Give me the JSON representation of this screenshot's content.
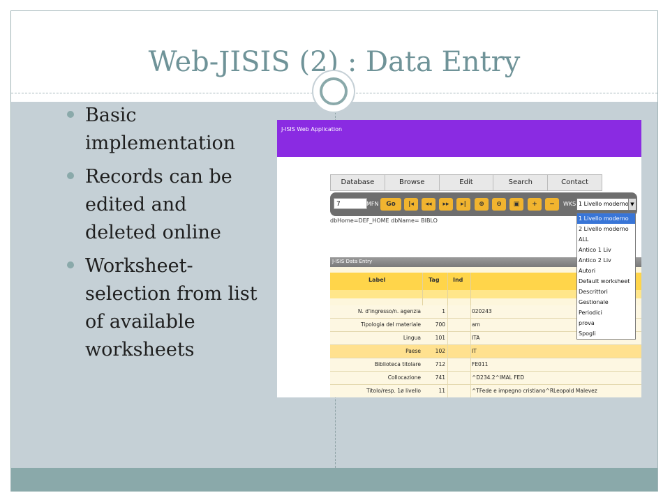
{
  "slide": {
    "title": "Web-JISIS (2) : Data Entry",
    "bullets": [
      "Basic implementation",
      "Records can be edited and deleted online",
      "Worksheet-selection from list of available worksheets"
    ]
  },
  "app": {
    "title": "J-ISIS Web Application",
    "menu": [
      "Database",
      "Browse",
      "Edit",
      "Search",
      "Contact"
    ],
    "toolbar": {
      "record_value": "7",
      "mfn_label": "MFN",
      "go_label": "Go",
      "buttons": [
        "|◂",
        "◂◂",
        "▸▸",
        "▸|",
        "⊕",
        "⊖",
        "▣",
        "+",
        "−"
      ],
      "wks_label": "WKS",
      "wks_selected": "1 Livello moderno"
    },
    "db_info": "dbHome=DEF_HOME dbName= BIBLO",
    "worksheets": [
      "1 Livello moderno",
      "2 Livello moderno",
      "ALL",
      "Antico 1 Liv",
      "Antico 2 Liv",
      "Autori",
      "Default worksheet",
      "Descrittori",
      "Gestionale",
      "Periodici",
      "prova",
      "Spogli"
    ],
    "entry": {
      "title": "J-ISIS Data Entry",
      "headers": {
        "label": "Label",
        "tag": "Tag",
        "ind": "Ind"
      },
      "rows": [
        {
          "label": "N. d'ingresso/n. agenzia",
          "tag": "1",
          "value": "020243"
        },
        {
          "label": "Tipologia del materiale",
          "tag": "700",
          "value": "am"
        },
        {
          "label": "Lingua",
          "tag": "101",
          "value": "ITA"
        },
        {
          "label": "Paese",
          "tag": "102",
          "value": "IT"
        },
        {
          "label": "Biblioteca titolare",
          "tag": "712",
          "value": "FE011"
        },
        {
          "label": "Collocazione",
          "tag": "741",
          "value": "^D234.2^IMAL FED"
        },
        {
          "label": "Titolo/resp. 1ø livello",
          "tag": "11",
          "value": "^TFede e impegno cristiano^RLeopold Malevez"
        }
      ]
    }
  },
  "colors": {
    "accent": "#8aa9aa",
    "title_text": "#6f9398",
    "app_header": "#8a2be2",
    "grid_header": "#ffd54a",
    "highlight_row": "#ffe18f"
  }
}
